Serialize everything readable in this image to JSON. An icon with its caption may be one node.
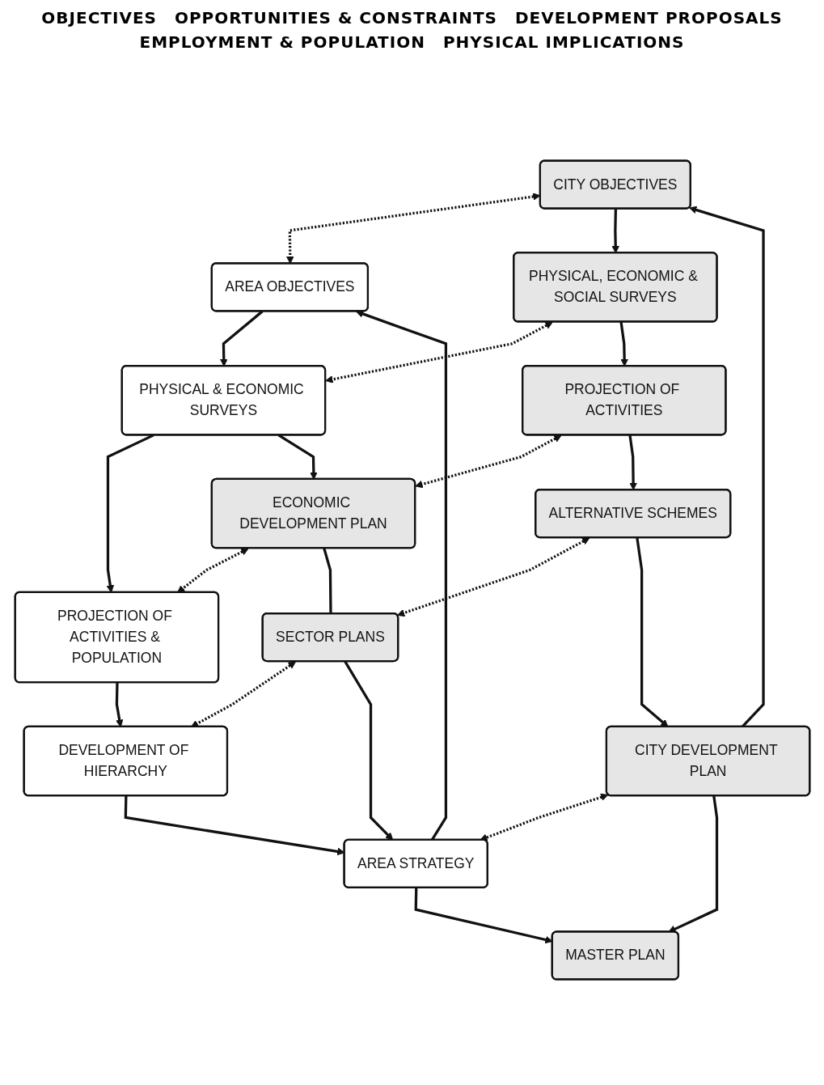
{
  "diagram": {
    "nodes": [
      {
        "text": [
          "CITY OBJECTIVES"
        ]
      },
      {
        "text": [
          "AREA OBJECTIVES"
        ]
      },
      {
        "text": [
          "PHYSICAL, ECONOMIC & SOCIAL SURVEYS"
        ]
      },
      {
        "text": [
          "PHYSICAL & ECONOMIC SURVEYS"
        ]
      },
      {
        "text": [
          "PROJECTION OF ACTIVITIES"
        ]
      },
      {
        "text": [
          "ECONOMIC DEVELOPMENT PLAN"
        ]
      },
      {
        "text": [
          "PROJECTION OF ACTIVITIES & POPULATION"
        ]
      },
      {
        "text": [
          "ALTERNATIVE SCHEMES"
        ]
      },
      {
        "text": [
          "SECTOR PLANS"
        ]
      },
      {
        "text": [
          "DEVELOPMENT OF HIERARCHY"
        ]
      },
      {
        "text": [
          "CITY DEVELOPMENT PLAN"
        ]
      },
      {
        "text": [
          "AREA STRATEGY"
        ]
      },
      {
        "text": [
          "MASTER PLAN"
        ]
      }
    ],
    "edges": [
      {
        "from": 0,
        "to": 1,
        "arrow": "both",
        "style": "dashed"
      },
      {
        "from": 0,
        "to": 2,
        "arrow": "to"
      },
      {
        "from": 1,
        "to": 3,
        "arrow": "to"
      },
      {
        "from": 2,
        "to": 3,
        "arrow": "both",
        "style": "dashed"
      },
      {
        "from": 2,
        "to": 4,
        "arrow": "to"
      },
      {
        "from": 3,
        "to": 6,
        "arrow": "to"
      },
      {
        "from": 3,
        "to": 5,
        "arrow": "to"
      },
      {
        "from": 4,
        "to": 5,
        "arrow": "both",
        "style": "dashed"
      },
      {
        "from": 5,
        "to": 6,
        "arrow": "both",
        "style": "dashed"
      },
      {
        "from": 5,
        "to": 8,
        "arrow": "none"
      },
      {
        "from": 4,
        "to": 7,
        "arrow": "to"
      },
      {
        "from": 6,
        "to": 9,
        "arrow": "to"
      },
      {
        "from": 7,
        "to": 8,
        "arrow": "both",
        "style": "dashed"
      },
      {
        "from": 8,
        "to": 9,
        "arrow": "both",
        "style": "dashed"
      },
      {
        "from": 7,
        "to": 10,
        "arrow": "to"
      },
      {
        "from": 9,
        "to": 11,
        "arrow": "to"
      },
      {
        "from": 8,
        "to": 11,
        "arrow": "to"
      },
      {
        "from": 10,
        "to": 11,
        "arrow": "both",
        "style": "dashed"
      },
      {
        "from": 10,
        "to": 0,
        "arrow": "to"
      },
      {
        "from": 11,
        "to": 1,
        "arrow": "to"
      },
      {
        "from": 10,
        "to": 12,
        "arrow": "to"
      },
      {
        "from": 11,
        "to": 12,
        "arrow": "to"
      }
    ],
    "labels": [
      "OBJECTIVES",
      "OPPORTUNITIES & CONSTRAINTS",
      "DEVELOPMENT PROPOSALS",
      "EMPLOYMENT & POPULATION",
      "PHYSICAL IMPLICATIONS"
    ]
  }
}
